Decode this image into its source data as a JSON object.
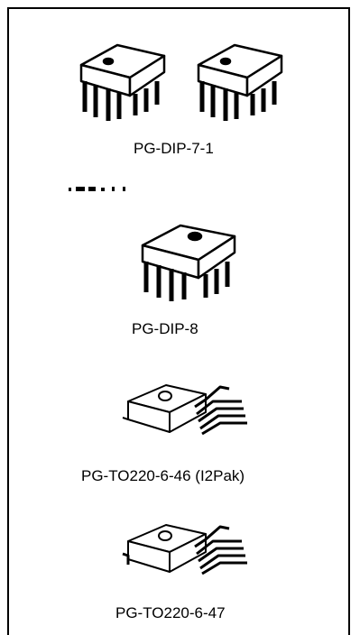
{
  "packages": [
    {
      "label": "PG-DIP-7-1",
      "icon": "dip-7-package-icon"
    },
    {
      "label": "PG-DIP-8",
      "icon": "dip-8-package-icon"
    },
    {
      "label": "PG-TO220-6-46 (I2Pak)",
      "icon": "to220-6-46-package-icon"
    },
    {
      "label": "PG-TO220-6-47",
      "icon": "to220-6-47-package-icon"
    }
  ]
}
